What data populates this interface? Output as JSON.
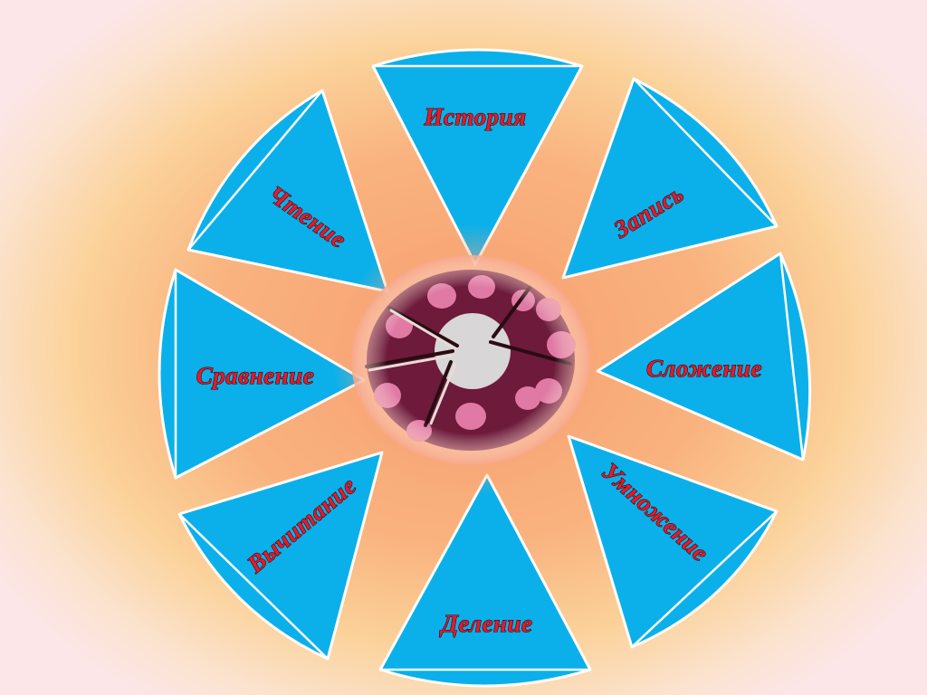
{
  "slide": {
    "sectors": [
      {
        "id": "history",
        "label": "История",
        "color": "#0bb0ea"
      },
      {
        "id": "writing",
        "label": "Запись",
        "color": "#0bb0ea"
      },
      {
        "id": "addition",
        "label": "Сложение",
        "color": "#0bb0ea"
      },
      {
        "id": "multiplication",
        "label": "Умножение",
        "color": "#0bb0ea"
      },
      {
        "id": "division",
        "label": "Деление",
        "color": "#0bb0ea"
      },
      {
        "id": "subtraction",
        "label": "Вычитание",
        "color": "#0bb0ea"
      },
      {
        "id": "comparison",
        "label": "Сравнение",
        "color": "#0bb0ea"
      },
      {
        "id": "reading",
        "label": "Чтение",
        "color": "#0bb0ea"
      }
    ],
    "label_color": "#e31b2b",
    "center_image": {
      "name": "pie-photo",
      "base_color": "#6e1a3a",
      "dot_color": "#e07aa4",
      "center_color": "#d8d6d6"
    }
  }
}
